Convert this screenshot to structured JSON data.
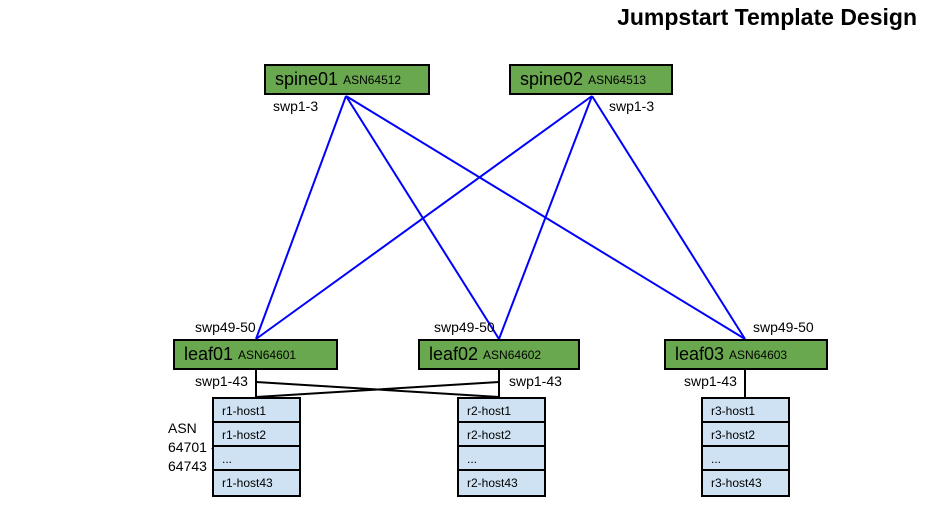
{
  "title": "Jumpstart Template Design",
  "colors": {
    "switch_fill": "#6aa84f",
    "host_fill": "#cfe2f3",
    "uplink": "#0000ff",
    "host_link": "#000000"
  },
  "spines": [
    {
      "name": "spine01",
      "asn": "ASN64512",
      "port_label": "swp1-3"
    },
    {
      "name": "spine02",
      "asn": "ASN64513",
      "port_label": "swp1-3"
    }
  ],
  "leaves": [
    {
      "name": "leaf01",
      "asn": "ASN64601",
      "uplink_label": "swp49-50",
      "host_label": "swp1-43"
    },
    {
      "name": "leaf02",
      "asn": "ASN64602",
      "uplink_label": "swp49-50",
      "host_label": "swp1-43"
    },
    {
      "name": "leaf03",
      "asn": "ASN64603",
      "uplink_label": "swp49-50",
      "host_label": "swp1-43"
    }
  ],
  "racks": [
    {
      "hosts": [
        "r1-host1",
        "r1-host2",
        "...",
        "r1-host43"
      ]
    },
    {
      "hosts": [
        "r2-host1",
        "r2-host2",
        "...",
        "r2-host43"
      ]
    },
    {
      "hosts": [
        "r3-host1",
        "r3-host2",
        "...",
        "r3-host43"
      ]
    }
  ],
  "host_asn_range": {
    "line1": "ASN",
    "line2": "64701 -",
    "line3": "64743"
  }
}
